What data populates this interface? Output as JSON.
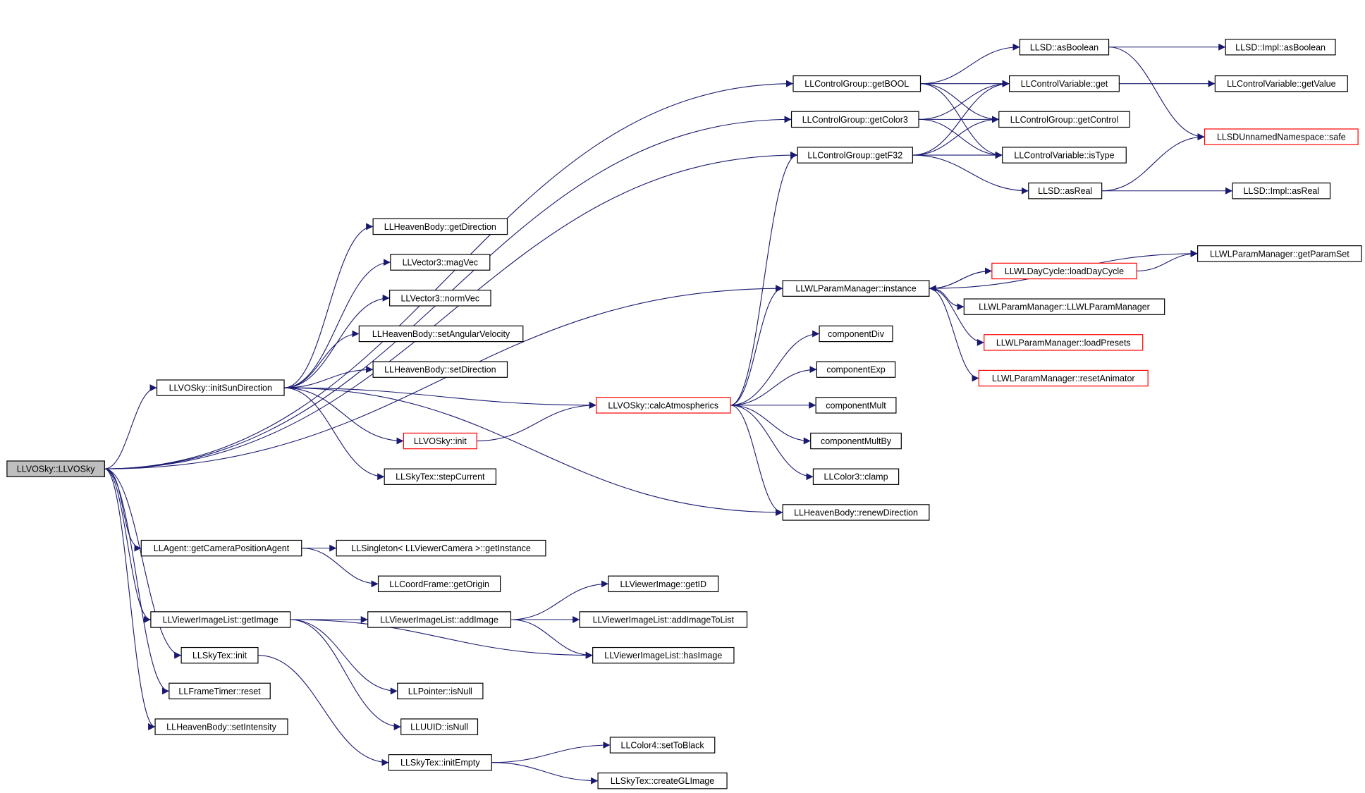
{
  "graph": {
    "root": "LLVOSky::LLVOSky",
    "nodes": [
      {
        "id": "root",
        "label": "LLVOSky::LLVOSky",
        "style": "root"
      },
      {
        "id": "getBOOL",
        "label": "LLControlGroup::getBOOL"
      },
      {
        "id": "asBoolean",
        "label": "LLSD::asBoolean"
      },
      {
        "id": "implAsBoolean",
        "label": "LLSD::Impl::asBoolean"
      },
      {
        "id": "cvGet",
        "label": "LLControlVariable::get"
      },
      {
        "id": "cvGetValue",
        "label": "LLControlVariable::getValue"
      },
      {
        "id": "getColor3",
        "label": "LLControlGroup::getColor3"
      },
      {
        "id": "getControl",
        "label": "LLControlGroup::getControl"
      },
      {
        "id": "safe",
        "label": "LLSDUnnamedNamespace::safe",
        "style": "red"
      },
      {
        "id": "getF32",
        "label": "LLControlGroup::getF32"
      },
      {
        "id": "isType",
        "label": "LLControlVariable::isType"
      },
      {
        "id": "asReal",
        "label": "LLSD::asReal"
      },
      {
        "id": "implAsReal",
        "label": "LLSD::Impl::asReal"
      },
      {
        "id": "hbGetDirection",
        "label": "LLHeavenBody::getDirection"
      },
      {
        "id": "magVec",
        "label": "LLVector3::magVec"
      },
      {
        "id": "normVec",
        "label": "LLVector3::normVec"
      },
      {
        "id": "setAngVel",
        "label": "LLHeavenBody::setAngularVelocity"
      },
      {
        "id": "hbSetDirection",
        "label": "LLHeavenBody::setDirection"
      },
      {
        "id": "initSunDir",
        "label": "LLVOSky::initSunDirection"
      },
      {
        "id": "getParamSet",
        "label": "LLWLParamManager::getParamSet"
      },
      {
        "id": "loadDayCycle",
        "label": "LLWLDayCycle::loadDayCycle",
        "style": "red"
      },
      {
        "id": "wlInstance",
        "label": "LLWLParamManager::instance"
      },
      {
        "id": "wlCtor",
        "label": "LLWLParamManager::LLWLParamManager"
      },
      {
        "id": "loadPresets",
        "label": "LLWLParamManager::loadPresets",
        "style": "red"
      },
      {
        "id": "resetAnimator",
        "label": "LLWLParamManager::resetAnimator",
        "style": "red"
      },
      {
        "id": "componentDiv",
        "label": "componentDiv"
      },
      {
        "id": "componentExp",
        "label": "componentExp"
      },
      {
        "id": "calcAtm",
        "label": "LLVOSky::calcAtmospherics",
        "style": "red"
      },
      {
        "id": "componentMult",
        "label": "componentMult"
      },
      {
        "id": "skyInit",
        "label": "LLVOSky::init",
        "style": "red"
      },
      {
        "id": "componentMultBy",
        "label": "componentMultBy"
      },
      {
        "id": "stepCurrent",
        "label": "LLSkyTex::stepCurrent"
      },
      {
        "id": "clamp",
        "label": "LLColor3::clamp"
      },
      {
        "id": "renewDir",
        "label": "LLHeavenBody::renewDirection"
      },
      {
        "id": "getCamPos",
        "label": "LLAgent::getCameraPositionAgent"
      },
      {
        "id": "getInstance",
        "label": "LLSingleton< LLViewerCamera >::getInstance"
      },
      {
        "id": "getOrigin",
        "label": "LLCoordFrame::getOrigin"
      },
      {
        "id": "getID",
        "label": "LLViewerImage::getID"
      },
      {
        "id": "getImage",
        "label": "LLViewerImageList::getImage"
      },
      {
        "id": "addImage",
        "label": "LLViewerImageList::addImage"
      },
      {
        "id": "addImageToList",
        "label": "LLViewerImageList::addImageToList"
      },
      {
        "id": "skyTexInit",
        "label": "LLSkyTex::init"
      },
      {
        "id": "hasImage",
        "label": "LLViewerImageList::hasImage"
      },
      {
        "id": "frameReset",
        "label": "LLFrameTimer::reset"
      },
      {
        "id": "ptrIsNull",
        "label": "LLPointer::isNull"
      },
      {
        "id": "setIntensity",
        "label": "LLHeavenBody::setIntensity"
      },
      {
        "id": "uuidIsNull",
        "label": "LLUUID::isNull"
      },
      {
        "id": "setToBlack",
        "label": "LLColor4::setToBlack"
      },
      {
        "id": "initEmpty",
        "label": "LLSkyTex::initEmpty"
      },
      {
        "id": "createGL",
        "label": "LLSkyTex::createGLImage"
      }
    ]
  },
  "colors": {
    "edge": "#191970",
    "node_border": "#000000",
    "node_border_highlight": "#ff0000",
    "root_fill": "#bfbfbf",
    "background": "#ffffff"
  }
}
